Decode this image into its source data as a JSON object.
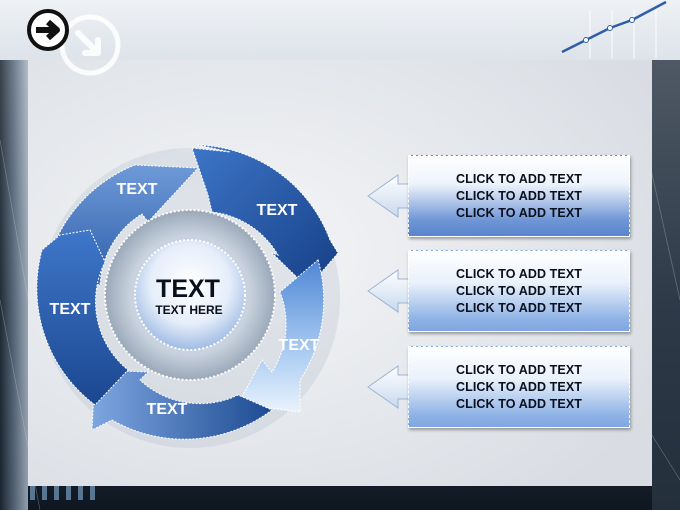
{
  "cycle": {
    "segments": [
      "TEXT",
      "TEXT",
      "TEXT",
      "TEXT",
      "TEXT"
    ],
    "center_title": "TEXT",
    "center_subtitle": "TEXT HERE"
  },
  "callouts": [
    {
      "lines": [
        "CLICK TO ADD TEXT",
        "CLICK TO ADD TEXT",
        "CLICK TO ADD TEXT"
      ]
    },
    {
      "lines": [
        "CLICK TO ADD TEXT",
        "CLICK TO ADD TEXT",
        "CLICK TO ADD TEXT"
      ]
    },
    {
      "lines": [
        "CLICK TO ADD TEXT",
        "CLICK TO ADD TEXT",
        "CLICK TO ADD TEXT"
      ]
    }
  ],
  "colors": {
    "dark_blue": "#1f4f99",
    "mid_blue": "#3a6fbf",
    "light_blue": "#9ec2ee",
    "panel": "#e6e8ec"
  },
  "icons": [
    "arrow-right-circle-icon",
    "arrow-down-right-circle-icon",
    "line-chart-icon"
  ]
}
